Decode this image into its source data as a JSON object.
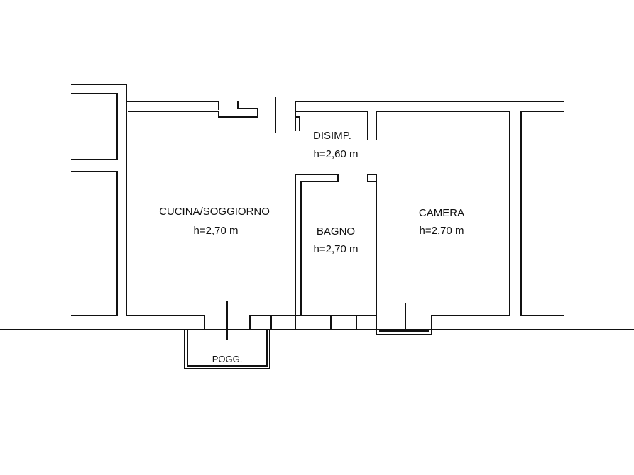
{
  "rooms": {
    "cucina": {
      "name": "CUCINA/SOGGIORNO",
      "height": "h=2,70 m"
    },
    "disimpegno": {
      "name": "DISIMP.",
      "height": "h=2,60 m"
    },
    "bagno": {
      "name": "BAGNO",
      "height": "h=2,70 m"
    },
    "camera": {
      "name": "CAMERA",
      "height": "h=2,70 m"
    },
    "poggiolo": {
      "name": "POGG."
    }
  },
  "colors": {
    "wall": "#111111",
    "background": "#ffffff"
  }
}
